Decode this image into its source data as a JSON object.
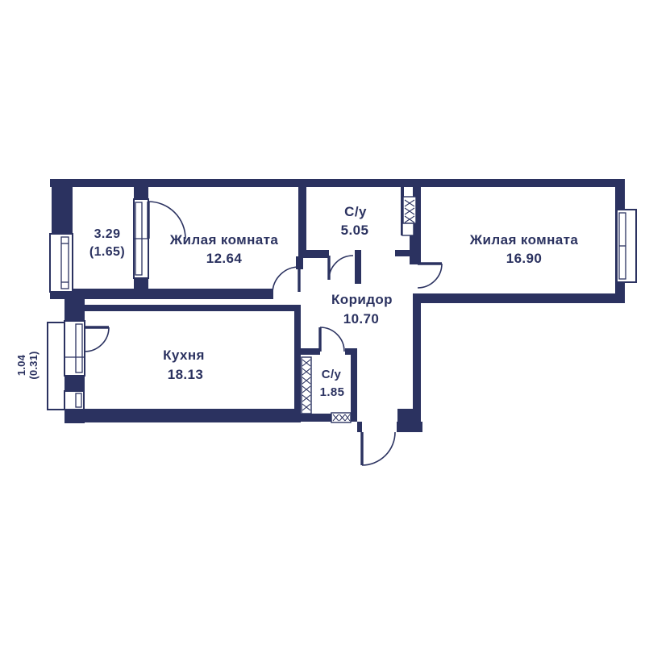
{
  "plan": {
    "type": "apartment-floor-plan",
    "wall_color": "#2b3260",
    "background_color": "#ffffff",
    "rooms": [
      {
        "id": "living-1",
        "name": "Жилая комната",
        "area": "12.64"
      },
      {
        "id": "bathroom-1",
        "name": "С/у",
        "area": "5.05"
      },
      {
        "id": "living-2",
        "name": "Жилая комната",
        "area": "16.90"
      },
      {
        "id": "corridor",
        "name": "Коридор",
        "area": "10.70"
      },
      {
        "id": "kitchen",
        "name": "Кухня",
        "area": "18.13"
      },
      {
        "id": "bathroom-2",
        "name": "С/у",
        "area": "1.85"
      }
    ],
    "balconies": [
      {
        "id": "balcony-1",
        "area": "3.29",
        "area_reduced": "(1.65)"
      },
      {
        "id": "balcony-2",
        "area": "1.04",
        "area_reduced": "(0.31)"
      }
    ]
  }
}
